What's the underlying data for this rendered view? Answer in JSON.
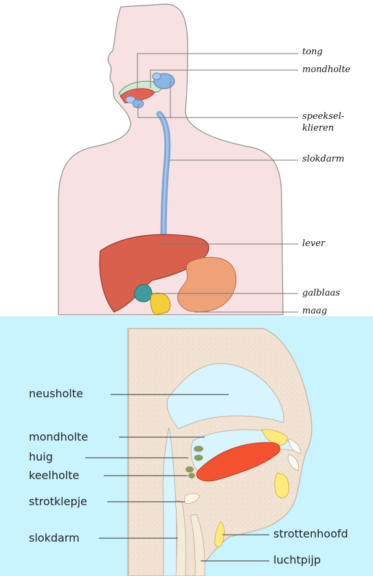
{
  "upper_diagram": {
    "labels": {
      "tong": "tong",
      "mondholte": "mondholte",
      "speeksel_line1": "speeksel-",
      "speeksel_line2": "klieren",
      "slokdarm": "slokdarm",
      "lever": "lever",
      "galblaas": "galblaas",
      "maag": "maag"
    }
  },
  "lower_diagram": {
    "labels": {
      "neusholte": "neusholte",
      "mondholte": "mondholte",
      "huig": "huig",
      "keelholte": "keelholte",
      "strotklepje": "strotklepje",
      "slokdarm": "slokdarm",
      "strottenhoofd": "strottenhoofd",
      "luchtpijp": "luchtpijp"
    }
  },
  "colors": {
    "skin": "#f7e1e2",
    "outline": "#8d8d8d",
    "liver": "#d8604c",
    "esophagus": "#7fa8d6",
    "salivary": "#8ab6e4",
    "gallbladder": "#3a9ea0",
    "stomach": "#efa278",
    "yellow_organ": "#f2cf39",
    "tongue": "#f4512e",
    "bottom_bg": "#c8f3ff",
    "head_texture": "#f2e3d4"
  }
}
